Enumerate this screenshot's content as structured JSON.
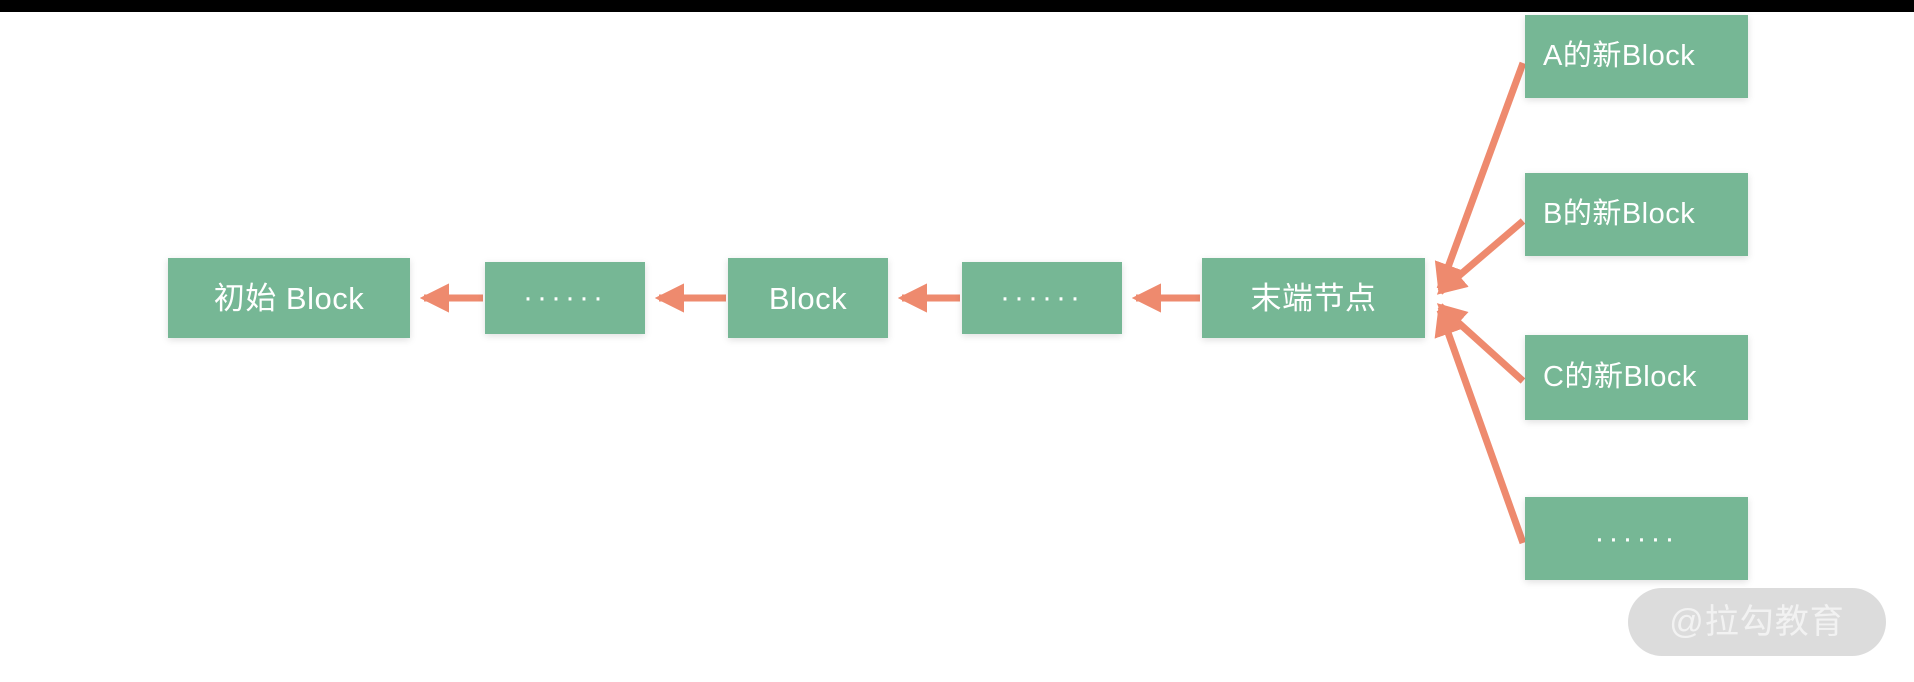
{
  "diagram": {
    "title": "Blockchain fork diagram",
    "colors": {
      "block_fill": "#76b795",
      "block_text": "#ffffff",
      "arrow": "#ee8a6e",
      "background": "#ffffff",
      "top_bar": "#000000",
      "watermark_pill": "#dcdcdc",
      "watermark_text": "#f2f2f2"
    },
    "chain": [
      {
        "id": "genesis",
        "label": "初始 Block"
      },
      {
        "id": "ellipsis-1",
        "label": "······"
      },
      {
        "id": "middle",
        "label": "Block"
      },
      {
        "id": "ellipsis-2",
        "label": "······"
      },
      {
        "id": "tail",
        "label": "末端节点"
      }
    ],
    "forks": [
      {
        "id": "fork-a",
        "label": "A的新Block"
      },
      {
        "id": "fork-b",
        "label": "B的新Block"
      },
      {
        "id": "fork-c",
        "label": "C的新Block"
      },
      {
        "id": "fork-more",
        "label": "······"
      }
    ],
    "arrows": {
      "chain_direction": "right-to-left",
      "chain_count": 4,
      "fork_count": 4,
      "fork_converge_point": "1425,297"
    }
  },
  "watermark": {
    "text": "@拉勾教育"
  }
}
